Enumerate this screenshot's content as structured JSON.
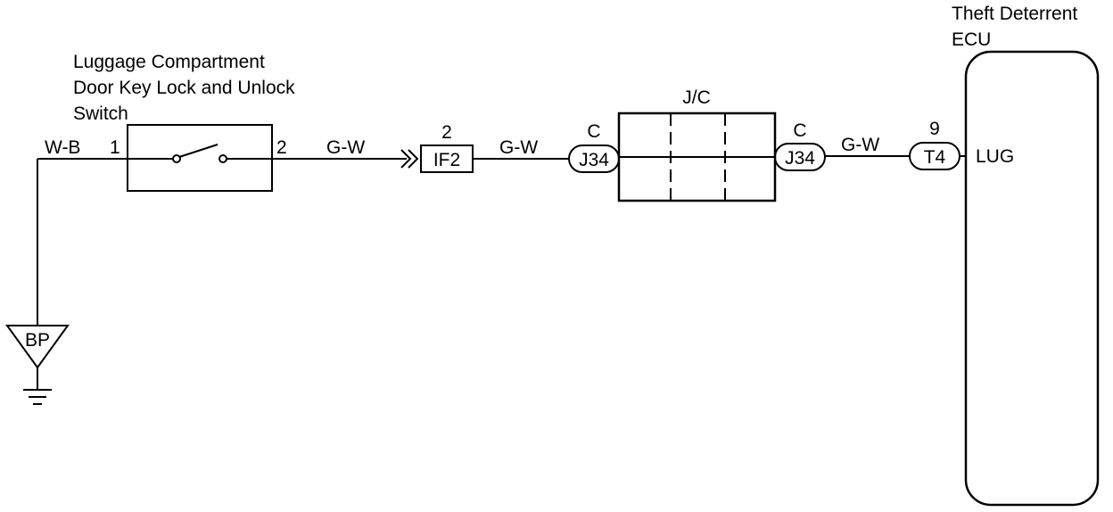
{
  "switch": {
    "label_line1": "Luggage Compartment",
    "label_line2": "Door Key Lock and Unlock",
    "label_line3": "Switch",
    "pin_in": "1",
    "pin_out": "2"
  },
  "ground": {
    "label": "BP"
  },
  "wires": {
    "w_b": "W-B",
    "gw_1": "G-W",
    "gw_2": "G-W",
    "gw_3": "G-W"
  },
  "connector_if2": {
    "pin": "2",
    "label": "IF2"
  },
  "connector_j34_left": {
    "pin": "C",
    "label": "J34"
  },
  "junction": {
    "label": "J/C"
  },
  "connector_j34_right": {
    "pin": "C",
    "label": "J34"
  },
  "connector_t4": {
    "pin": "9",
    "label": "T4"
  },
  "ecu": {
    "label_line1": "Theft Deterrent",
    "label_line2": "ECU",
    "terminal": "LUG"
  }
}
